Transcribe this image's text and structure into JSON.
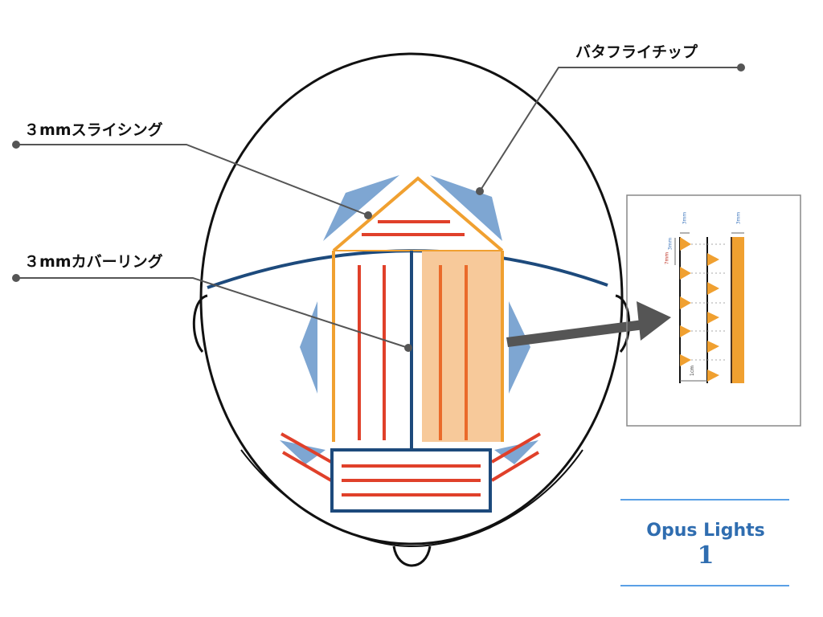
{
  "labels": {
    "butterfly_tip": "バタフライチップ",
    "slicing": "３mmスライシング",
    "covering": "３mmカバーリング"
  },
  "inset": {
    "dim_top_left": "3mm",
    "dim_top_right": "3mm",
    "dim_spacing_small": "3mm",
    "dim_spacing_large": "7mm",
    "dim_width": "1cm"
  },
  "brand": {
    "name": "Opus Lights",
    "number": "1"
  },
  "colors": {
    "orange": "#f0a030",
    "red": "#e0402a",
    "navy": "#1d4a7c",
    "blue_tip": "#7ea6d2",
    "peach": "#f7c99a",
    "brand": "#2f6db0"
  }
}
